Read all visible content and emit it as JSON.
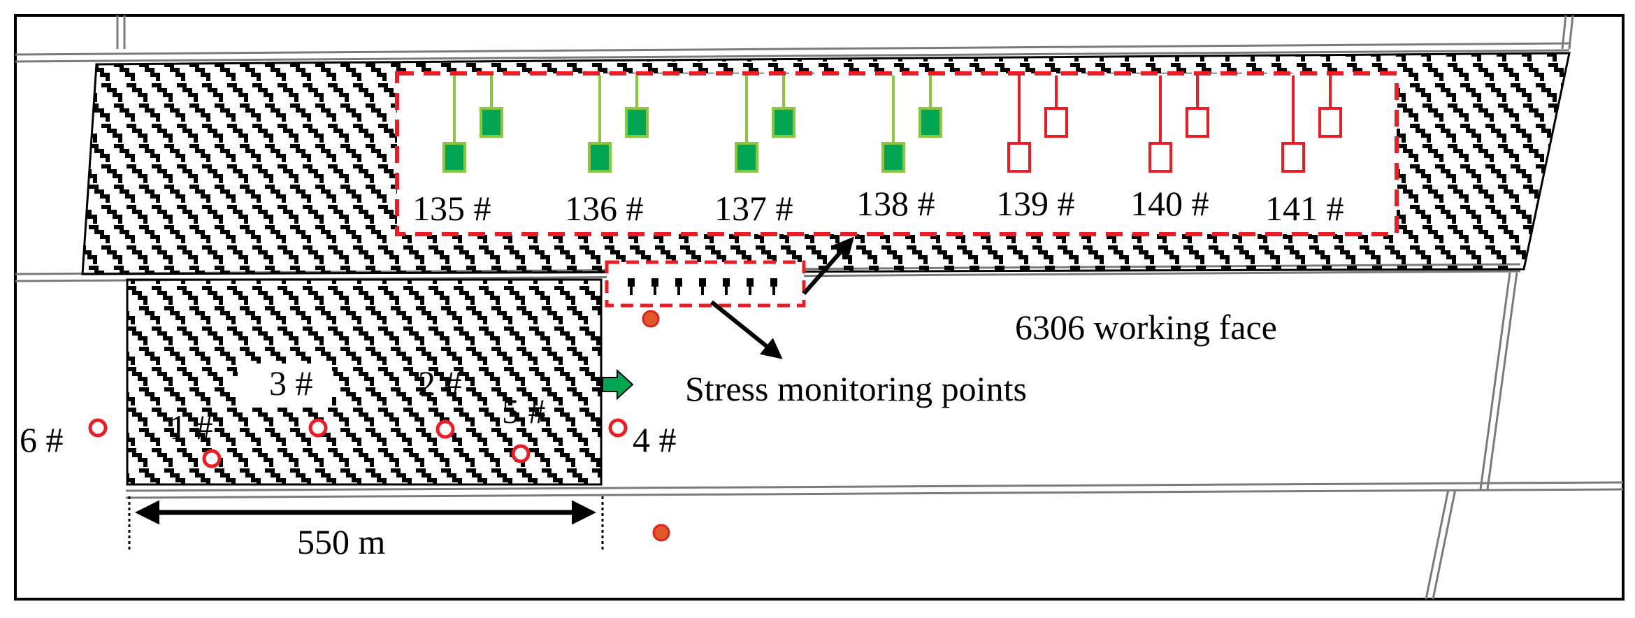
{
  "labels": {
    "panels": [
      "135 #",
      "136 #",
      "137 #",
      "138 #",
      "139 #",
      "140 #",
      "141 #"
    ],
    "stations": [
      "1 #",
      "2 #",
      "3 #",
      "4 #",
      "5 #",
      "6 #"
    ],
    "working_face": "6306 working face",
    "stress_points": "Stress monitoring points",
    "distance": "550 m"
  },
  "panel_status": [
    "monitored",
    "monitored",
    "monitored",
    "monitored",
    "unmonitored",
    "unmonitored",
    "unmonitored"
  ],
  "colors": {
    "monitored_line": "#8cc63f",
    "monitored_fill": "#00a651",
    "unmonitored": "#ed1c24",
    "station_ring": "#ed1c24",
    "borehole_fill": "#e2582b",
    "borehole_ring": "#d7261e",
    "hatch": "#000000",
    "arrow_green": "#00a651",
    "frame": "#000000"
  },
  "icons": {
    "monitored_sensor": "green-square-sensor-icon",
    "unmonitored_sensor": "red-hollow-square-sensor-icon",
    "station": "red-ring-station-icon",
    "borehole": "orange-filled-dot-icon",
    "advance": "green-right-arrow-icon"
  }
}
